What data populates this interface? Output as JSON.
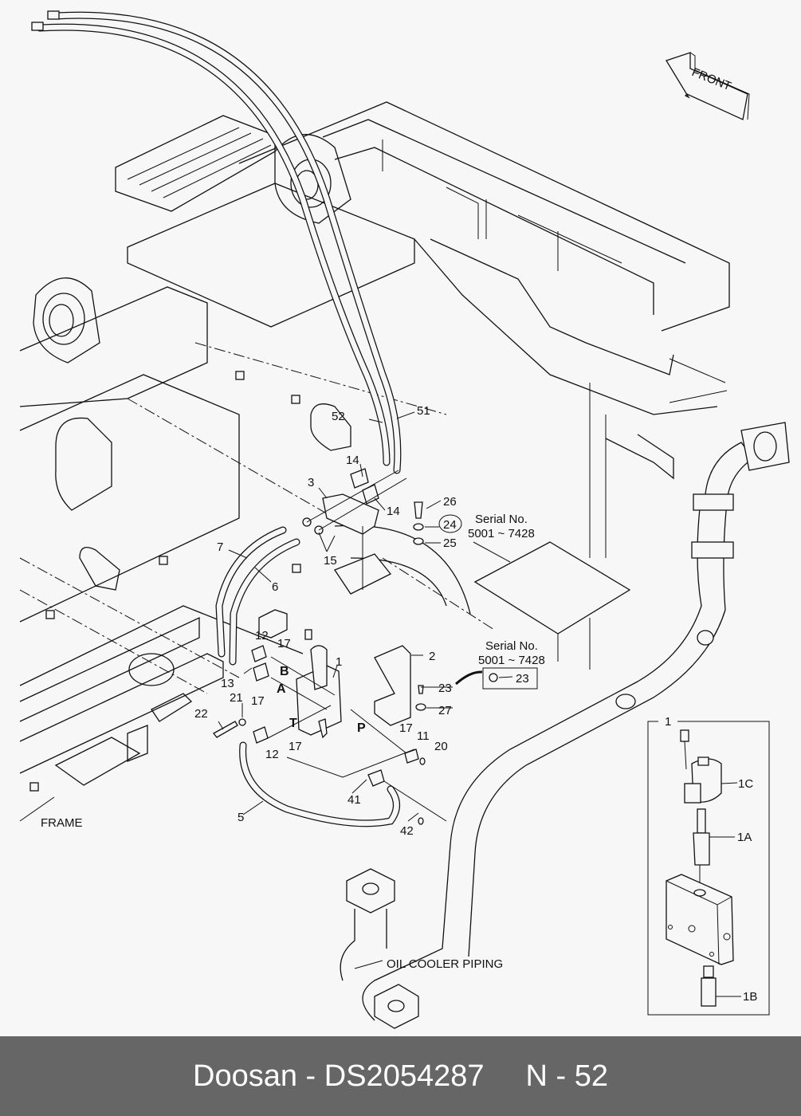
{
  "document": {
    "type": "parts-catalog-exploded-view",
    "brand": "Doosan",
    "part_number": "DS2054287",
    "page": "N - 52"
  },
  "footer": {
    "brand": "Doosan",
    "separator": "-",
    "part_number": "DS2054287",
    "page": "N - 52"
  },
  "orientation_marker": {
    "label": "FRONT",
    "icon": "arrow-left-icon"
  },
  "section_labels": {
    "frame": "FRAME",
    "oil_cooler_piping": "OIL COOLER PIPING"
  },
  "serial_notes": [
    {
      "title": "Serial No.",
      "range": "5001 ~ 7428",
      "applies_to": "24"
    },
    {
      "title": "Serial No.",
      "range": "5001 ~ 7428",
      "replacement_part": "23"
    }
  ],
  "callouts": {
    "p1": "1",
    "p2": "2",
    "p3": "3",
    "p5": "5",
    "p6": "6",
    "p7": "7",
    "p11": "11",
    "p12a": "12",
    "p12b": "12",
    "p12c": "12",
    "p13": "13",
    "p14a": "14",
    "p14b": "14",
    "p15": "15",
    "p17a": "17",
    "p17b": "17",
    "p17c": "17",
    "p17d": "17",
    "p20": "20",
    "p21": "21",
    "p22": "22",
    "p23": "23",
    "p24": "24",
    "p25": "25",
    "p26": "26",
    "p27": "27",
    "p41": "41",
    "p42": "42",
    "p51": "51",
    "p52": "52"
  },
  "port_labels": {
    "a": "A",
    "b": "B",
    "t": "T",
    "p": "P"
  },
  "detail_inset": {
    "title": "1",
    "items": [
      "1C",
      "1A",
      "1B"
    ]
  }
}
